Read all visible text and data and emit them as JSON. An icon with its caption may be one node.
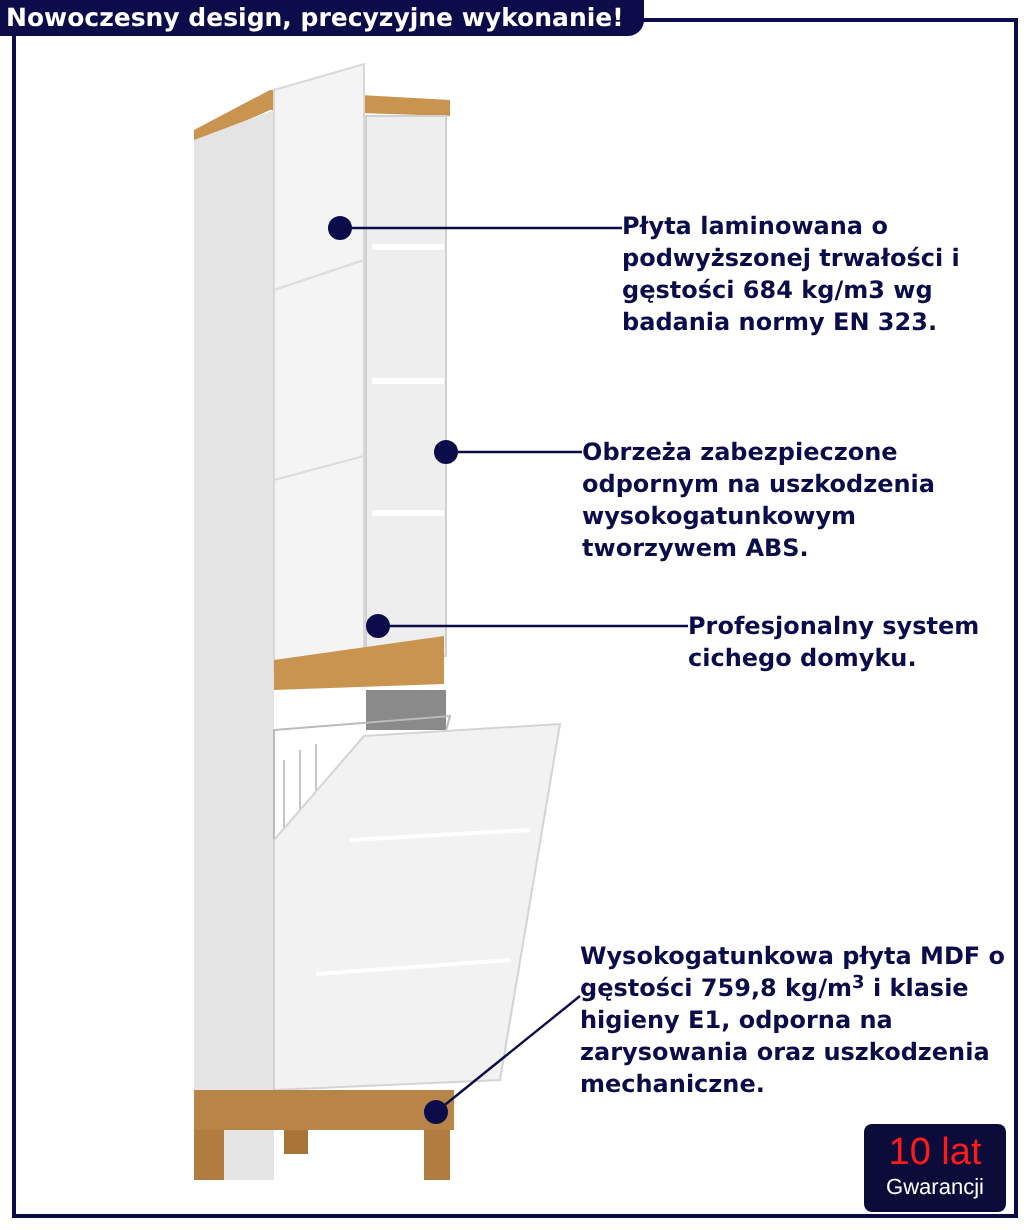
{
  "diagram": {
    "title": "Nowoczesny design, precyzyjne wykonanie!",
    "nodes": [
      {
        "text": [
          "Płyta laminowana o podwyższonej trwałości i gęstości 684 kg/m3 wg badania normy EN 323."
        ]
      },
      {
        "text": [
          "Obrzeża zabezpieczone odpornym na uszkodzenia wysokogatunkowym tworzywem ABS."
        ]
      },
      {
        "text": [
          "Profesjonalny system cichego domyku."
        ]
      },
      {
        "text": [
          "Wysokogatunkowa płyta MDF o gęstości 759,8 kg/m$^{3}$ i klasie higieny E1, odporna na zarysowania oraz uszkodzenia mechaniczne."
        ]
      },
      {
        "text": [],
        "shape": "circle"
      },
      {
        "text": [],
        "shape": "circle"
      },
      {
        "text": [],
        "shape": "circle"
      },
      {
        "text": [],
        "shape": "circle"
      },
      {
        "text": [
          "10 lat",
          "Gwarancji"
        ]
      }
    ],
    "edges": [
      {
        "from": 0,
        "to": 4,
        "arrow": "none"
      },
      {
        "from": 1,
        "to": 5,
        "arrow": "none"
      },
      {
        "from": 2,
        "to": 6,
        "arrow": "none"
      },
      {
        "from": 3,
        "to": 7,
        "arrow": "none"
      }
    ]
  }
}
